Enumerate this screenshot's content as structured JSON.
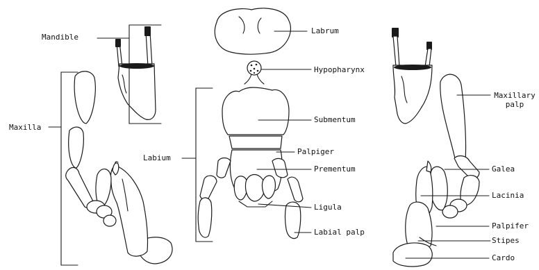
{
  "labels": {
    "mandible": "Mandible",
    "labrum": "Labrum",
    "hypopharynx": "Hypopharynx",
    "maxilla": "Maxilla",
    "maxillary_palp": "Maxillary\npalp",
    "submentum": "Submentum",
    "palpiger": "Palpiger",
    "labium": "Labium",
    "prementum": "Prementum",
    "galea": "Galea",
    "lacinia": "Lacinia",
    "ligula": "Ligula",
    "palpifer": "Palpifer",
    "labial_palp": "Labial palp",
    "stipes": "Stipes",
    "cardo": "Cardo"
  },
  "colors": {
    "ink": "#1a1a1a",
    "background": "#ffffff"
  }
}
